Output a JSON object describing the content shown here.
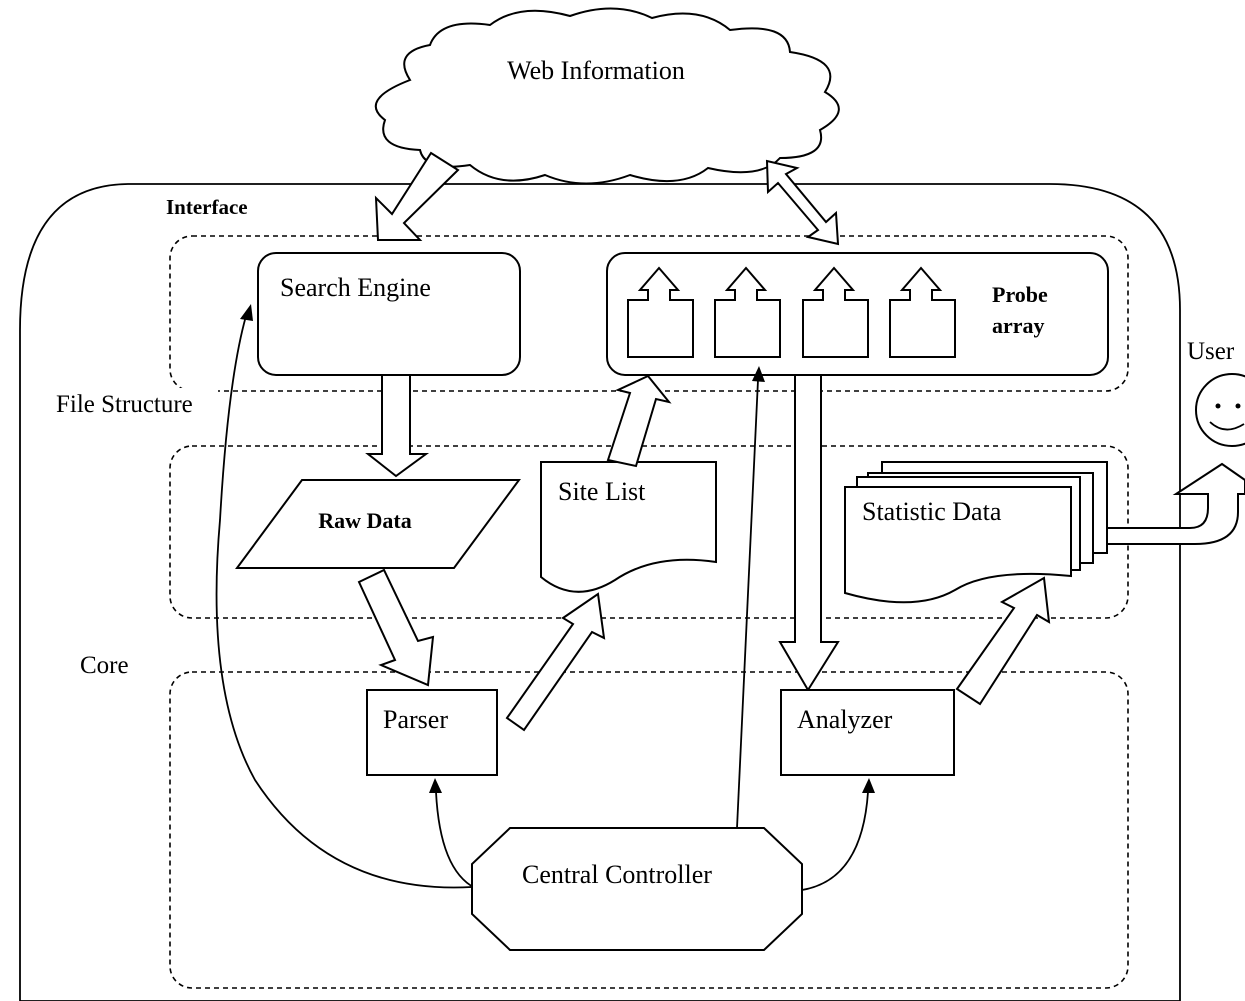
{
  "diagram": {
    "cloud_label": "Web Information",
    "regions": {
      "interface": "Interface",
      "file_structure": "File Structure",
      "core": "Core"
    },
    "nodes": {
      "search_engine": "Search Engine",
      "probe_array": [
        "Probe",
        "array"
      ],
      "raw_data": "Raw Data",
      "site_list": "Site List",
      "statistic_data": "Statistic Data",
      "parser": "Parser",
      "analyzer": "Analyzer",
      "central_controller": "Central Controller"
    },
    "actor": {
      "label": "User"
    }
  }
}
